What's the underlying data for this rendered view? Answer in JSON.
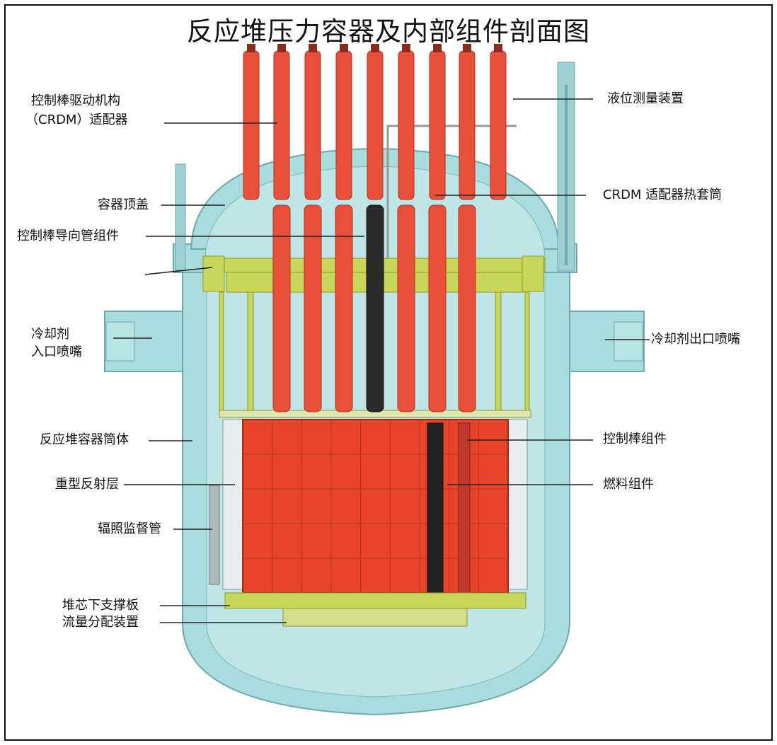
{
  "title": "反应堆压力容器及内部组件剖面图",
  "labels": {
    "crdm_adapter_line1": "控制棒驱动机构",
    "crdm_adapter_line2": "（CRDM）适配器",
    "closure_head": "容器顶盖",
    "guide_tube": "控制棒导向管组件",
    "inlet_line1": "冷却剂",
    "inlet_line2": "入口喷嘴",
    "vessel_shell": "反应堆容器筒体",
    "heavy_reflector": "重型反射层",
    "surveillance_tube": "辐照监督管",
    "lower_support": "堆芯下支撑板",
    "flow_distribution": "流量分配装置",
    "level_measurement": "液位测量装置",
    "crdm_thermal_sleeve": "CRDM 适配器热套筒",
    "outlet": "冷却剂出口喷嘴",
    "control_rod_assembly": "控制棒组件",
    "fuel_assembly": "燃料组件"
  },
  "colors": {
    "vessel": "#a9dcdc",
    "vessel_edge": "#6fa9ad",
    "rods": "#e8503a",
    "core": "#e8442c",
    "structure": "#c9d65a",
    "reflector": "#e8eef0",
    "dark_rod": "#222222"
  }
}
